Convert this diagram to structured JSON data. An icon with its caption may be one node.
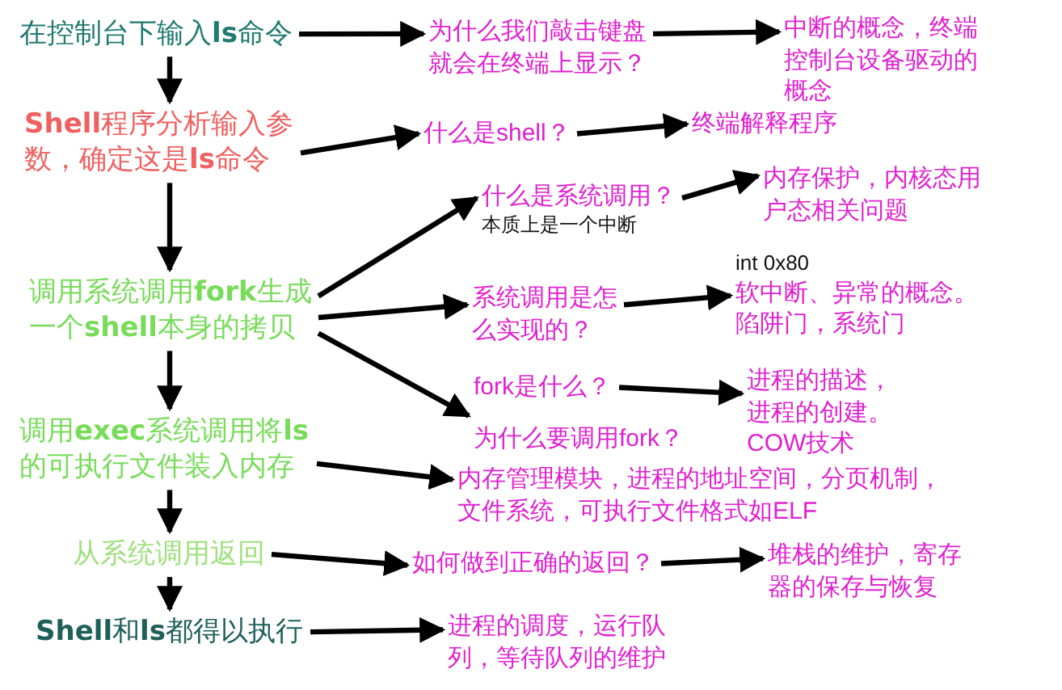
{
  "diagram": {
    "nodes": [
      {
        "text": [
          "在控制台下输入**ls**命令"
        ]
      },
      {
        "text": [
          "为什么我们敲击键盘就会在终端上显示？"
        ]
      },
      {
        "text": [
          "中断的概念，终端控制台设备驱动的概念"
        ]
      },
      {
        "text": [
          "**Shell**程序分析输入参数，确定这是**ls**命令"
        ]
      },
      {
        "text": [
          "什么是shell？"
        ]
      },
      {
        "text": [
          "终端解释程序"
        ]
      },
      {
        "text": [
          "调用系统调用**fork**生成一个**shell**本身的拷贝"
        ]
      },
      {
        "text": [
          "什么是系统调用？"
        ],
        "beside": [
          "本质上是一个中断"
        ]
      },
      {
        "text": [
          "内存保护，内核态用户态相关问题"
        ]
      },
      {
        "text": [
          "系统调用是怎么实现的？"
        ]
      },
      {
        "text": [
          "int 0x80",
          "软中断、异常的概念。陷阱门，系统门"
        ]
      },
      {
        "text": [
          "fork是什么？"
        ]
      },
      {
        "text": [
          "为什么要调用fork？"
        ]
      },
      {
        "text": [
          "进程的描述，进程的创建。COW技术"
        ]
      },
      {
        "text": [
          "调用**exec**系统调用将**ls**的可执行文件装入内存"
        ]
      },
      {
        "text": [
          "内存管理模块，进程的地址空间，分页机制，文件系统，可执行文件格式如ELF"
        ]
      },
      {
        "text": [
          "从系统调用返回"
        ]
      },
      {
        "text": [
          "如何做到正确的返回？"
        ]
      },
      {
        "text": [
          "堆栈的维护，寄存器的保存与恢复"
        ]
      },
      {
        "text": [
          "**Shell**和**ls**都得以执行"
        ]
      },
      {
        "text": [
          "进程的调度，运行队列，等待队列的维护"
        ]
      }
    ],
    "edges": [
      {
        "from": 0,
        "to": 1,
        "arrow": "to"
      },
      {
        "from": 1,
        "to": 2,
        "arrow": "to"
      },
      {
        "from": 0,
        "to": 3,
        "arrow": "to"
      },
      {
        "from": 3,
        "to": 4,
        "arrow": "to"
      },
      {
        "from": 4,
        "to": 5,
        "arrow": "to"
      },
      {
        "from": 3,
        "to": 6,
        "arrow": "to"
      },
      {
        "from": 6,
        "to": 7,
        "arrow": "to"
      },
      {
        "from": 6,
        "to": 9,
        "arrow": "to"
      },
      {
        "from": 6,
        "to": 11,
        "arrow": "to"
      },
      {
        "from": 7,
        "to": 8,
        "arrow": "to"
      },
      {
        "from": 9,
        "to": 10,
        "arrow": "to"
      },
      {
        "from": 11,
        "to": 13,
        "arrow": "to"
      },
      {
        "from": 6,
        "to": 14,
        "arrow": "to"
      },
      {
        "from": 14,
        "to": 15,
        "arrow": "to"
      },
      {
        "from": 14,
        "to": 16,
        "arrow": "to"
      },
      {
        "from": 16,
        "to": 17,
        "arrow": "to"
      },
      {
        "from": 17,
        "to": 18,
        "arrow": "to"
      },
      {
        "from": 16,
        "to": 19,
        "arrow": "to"
      },
      {
        "from": 19,
        "to": 20,
        "arrow": "to"
      }
    ]
  }
}
